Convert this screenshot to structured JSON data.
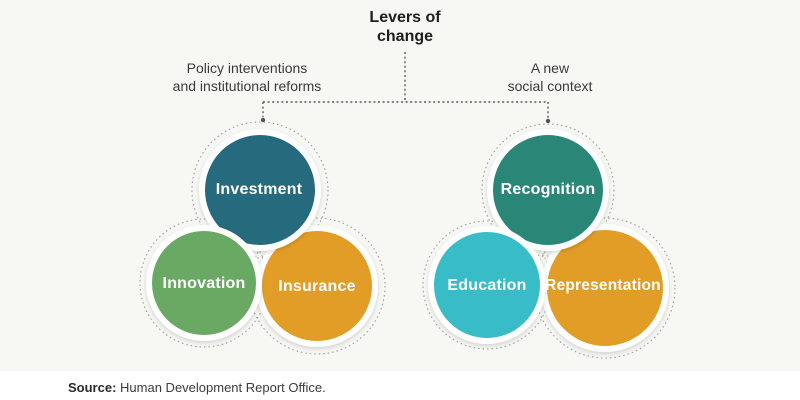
{
  "title": {
    "line1": "Levers of",
    "line2": "change"
  },
  "branches": {
    "left": {
      "label_line1": "Policy interventions",
      "label_line2": "and institutional reforms",
      "circles": [
        {
          "label": "Investment",
          "color": "#266a7d"
        },
        {
          "label": "Innovation",
          "color": "#6aa963"
        },
        {
          "label": "Insurance",
          "color": "#e29d28"
        }
      ]
    },
    "right": {
      "label_line1": "A new",
      "label_line2": "social context",
      "circles": [
        {
          "label": "Recognition",
          "color": "#2a8778"
        },
        {
          "label": "Education",
          "color": "#38bdc8"
        },
        {
          "label": "Representation",
          "color": "#e29d28"
        }
      ]
    }
  },
  "source": {
    "label": "Source:",
    "text": "Human Development Report Office."
  },
  "colors": {
    "canvas_background": "#f7f7f4",
    "footer_background": "#ffffff",
    "connector_line": "#5a5a5a",
    "dotted_ring": "#9c9c9c",
    "circle_rim": "#ffffff",
    "title_text": "#1e1e1e",
    "label_text": "#3a3a3a"
  }
}
